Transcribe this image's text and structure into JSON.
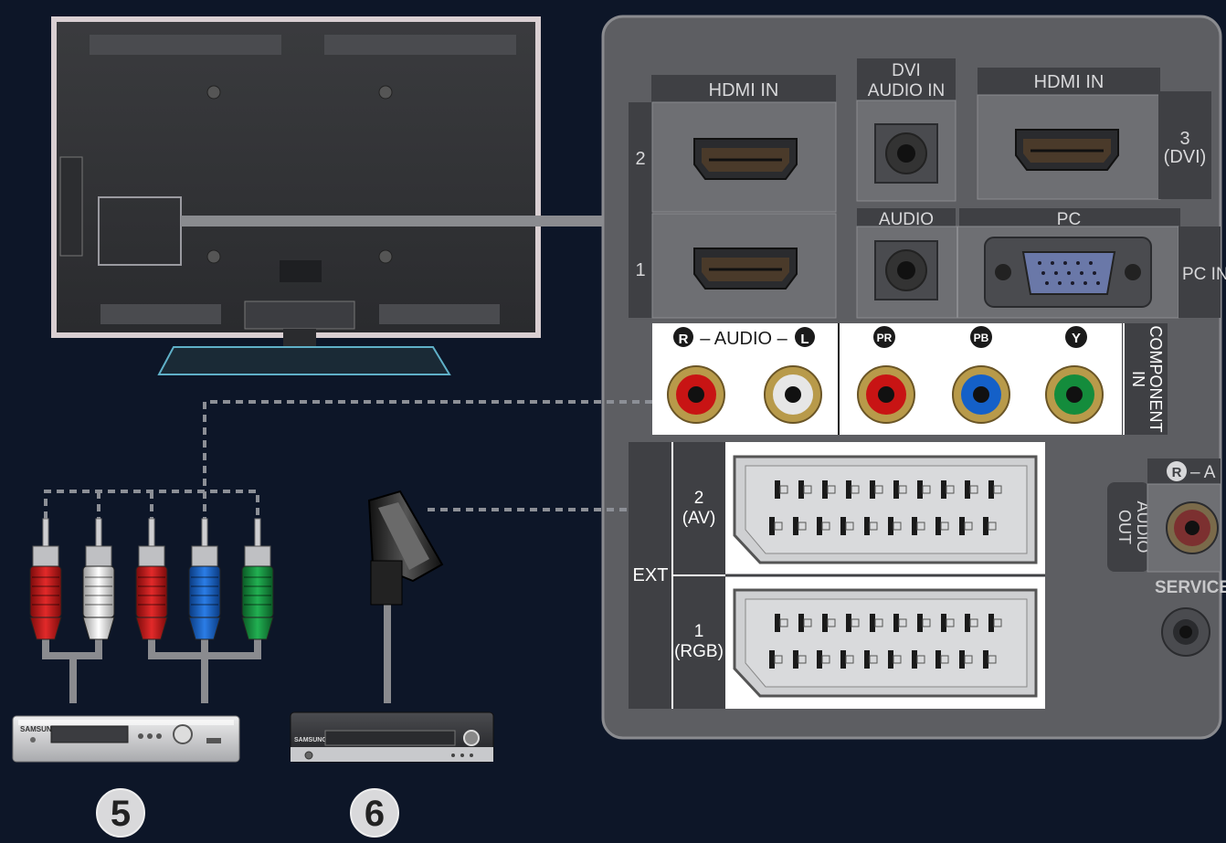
{
  "colors": {
    "background": "#0d1628",
    "panel": "#5d5e62",
    "port_block": "#6e6f73",
    "label_bar": "#3f4044",
    "label_text": "#d8d8da",
    "white_strip": "#ffffff",
    "strip_text": "#1a1a1a",
    "rca_red": "#c81414",
    "rca_white": "#e6e6e6",
    "rca_blue": "#1460c8",
    "rca_green": "#148c3c",
    "gold": "#b89a4a",
    "dashed_line": "#8c8f96",
    "cable": "#8a8b8f"
  },
  "panel": {
    "hdmi_in_left": "HDMI IN",
    "hdmi_port_2": "2",
    "hdmi_port_1": "1",
    "dvi_audio_in_line1": "DVI",
    "dvi_audio_in_line2": "AUDIO IN",
    "hdmi_in_right": "HDMI IN",
    "hdmi3_line1": "3",
    "hdmi3_line2": "(DVI)",
    "audio": "AUDIO",
    "pc": "PC",
    "pc_in": "PC IN",
    "audio_r_badge": "R",
    "audio_strip_label": "– AUDIO –",
    "audio_l_badge": "L",
    "pr_badge": "PR",
    "pb_badge": "PB",
    "y_badge": "Y",
    "component_line1": "COMPONENT",
    "component_line2": "IN",
    "ext": "EXT",
    "ext2_line1": "2",
    "ext2_line2": "(AV)",
    "ext1_line1": "1",
    "ext1_line2": "(RGB)",
    "audio_out_line1": "AUDIO",
    "audio_out_line2": "OUT",
    "audio_out_badge": "R",
    "audio_out_dash": "– A",
    "service": "SERVICE"
  },
  "devices": {
    "device5_brand": "SAMSUNG",
    "device6_brand": "SAMSUNG",
    "number_5": "5",
    "number_6": "6"
  }
}
